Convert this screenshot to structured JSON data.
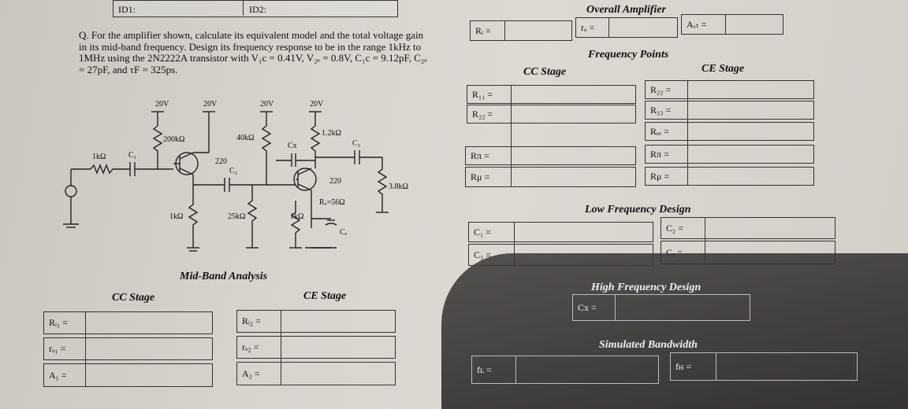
{
  "header": {
    "id1_label": "ID1:",
    "id2_label": "ID2:"
  },
  "question": "Q. For the amplifier shown, calculate its equivalent model and the total voltage gain in its mid-band frequency. Design its frequency response to be in the range 1kHz to 1MHz using the 2N2222A transistor with V₁c = 0.41V, V₂ₑ = 0.8V, C₁c = 9.12pF, C₂ₑ = 27pF, and τF = 325ps.",
  "circuit": {
    "vcc": [
      "20V",
      "20V",
      "20V",
      "20V"
    ],
    "resistors": [
      "1kΩ",
      "200kΩ",
      "40kΩ",
      "1.2kΩ",
      "1kΩ",
      "25kΩ",
      "1kΩ",
      "3.8kΩ",
      "220",
      "220",
      "Rₓ=56Ω"
    ],
    "capacitors": [
      "C₁",
      "C₂",
      "Cx",
      "C₃",
      "Cₑ"
    ]
  },
  "mid_band": {
    "title": "Mid-Band Analysis",
    "cc_title": "CC Stage",
    "ce_title": "CE Stage",
    "cc_labels": [
      "Rᵢ₁ =",
      "rₒ₁ =",
      "A₁ ="
    ],
    "ce_labels": [
      "Rᵢ₂ =",
      "rₒ₂ =",
      "A₂ ="
    ]
  },
  "overall": {
    "title": "Overall Amplifier",
    "ri": "Rᵢ =",
    "ro": "rₒ =",
    "avt": "Aᵥₜ ="
  },
  "freq_points": {
    "title": "Frequency Points",
    "cc_title": "CC Stage",
    "ce_title": "CE Stage",
    "cc_labels": [
      "R₁₁ =",
      "R₂₂ =",
      "Rπ =",
      "Rμ ="
    ],
    "ce_labels": [
      "R₂₂ =",
      "R₃₃ =",
      "Rₑₑ =",
      "Rπ =",
      "Rμ ="
    ]
  },
  "low_freq": {
    "title": "Low Frequency Design",
    "left": [
      "C₁ =",
      "C₃ ="
    ],
    "right": [
      "C₂ =",
      "Cₑ ="
    ]
  },
  "high_freq": {
    "title": "High Frequency Design",
    "cx": "Cx ="
  },
  "bandwidth": {
    "title": "Simulated Bandwidth",
    "fl": "fʟ =",
    "fh": "fʜ ="
  }
}
